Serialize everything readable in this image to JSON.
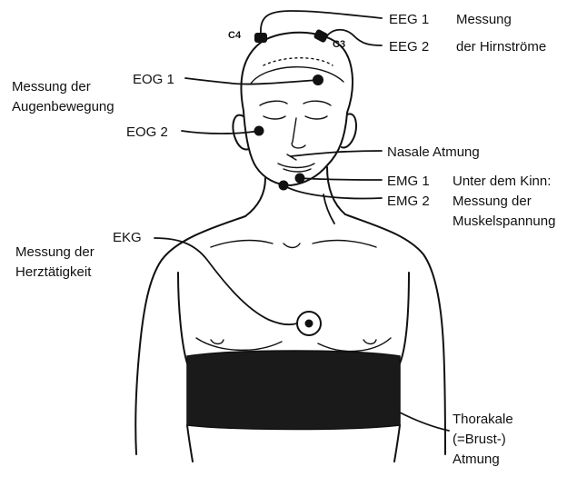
{
  "diagram": {
    "electrode_tags": {
      "c4": "C4",
      "c3": "C3"
    },
    "labels": {
      "eeg1": "EEG 1",
      "eeg2": "EEG 2",
      "eeg_desc_1": "Messung",
      "eeg_desc_2": "der Hirnströme",
      "eog1": "EOG 1",
      "eog2": "EOG 2",
      "eog_desc_1": "Messung der",
      "eog_desc_2": "Augenbewegung",
      "nasal": "Nasale Atmung",
      "emg1": "EMG 1",
      "emg2": "EMG 2",
      "emg_desc_1": "Unter dem Kinn:",
      "emg_desc_2": "Messung der",
      "emg_desc_3": "Muskelspannung",
      "ekg": "EKG",
      "ekg_desc_1": "Messung der",
      "ekg_desc_2": "Herztätigkeit",
      "thorax_1": "Thorakale",
      "thorax_2": "(=Brust-)",
      "thorax_3": "Atmung"
    },
    "colors": {
      "ink": "#111111",
      "band": "#1a1a1a",
      "background": "#ffffff"
    }
  }
}
